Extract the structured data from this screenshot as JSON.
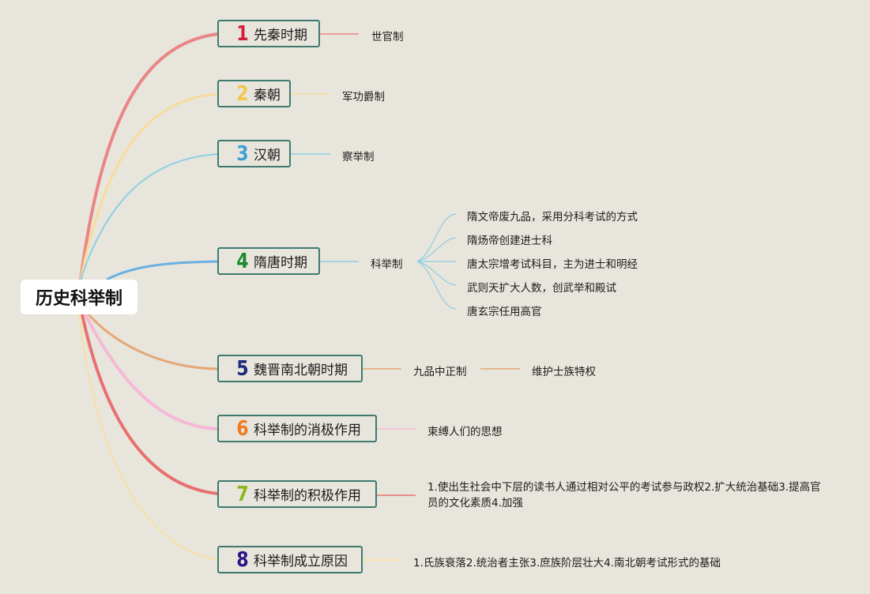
{
  "root": "历史科举制",
  "branches": [
    {
      "num": "1",
      "title": "先秦时期",
      "num_color": "#d21f3c",
      "line_color": "#ea8585",
      "leaves": [
        "世官制"
      ]
    },
    {
      "num": "2",
      "title": "秦朝",
      "num_color": "#f3c74c",
      "line_color": "#f7dc9a",
      "leaves": [
        "军功爵制"
      ]
    },
    {
      "num": "3",
      "title": "汉朝",
      "num_color": "#3aa0d8",
      "line_color": "#8dcfe2",
      "leaves": [
        "察举制"
      ]
    },
    {
      "num": "4",
      "title": "隋唐时期",
      "num_color": "#1a8a2a",
      "line_color": "#6ab0e0",
      "leaves": [
        "科举制"
      ],
      "sub_leaves": [
        "隋文帝废九品，采用分科考试的方式",
        "隋炀帝创建进士科",
        "唐太宗增考试科目，主为进士和明经",
        "武则天扩大人数，创武举和殿试",
        "唐玄宗任用高官"
      ]
    },
    {
      "num": "5",
      "title": "魏晋南北朝时期",
      "num_color": "#1e2a7a",
      "line_color": "#e5a777",
      "leaves": [
        "九品中正制",
        "维护士族特权"
      ]
    },
    {
      "num": "6",
      "title": "科举制的消极作用",
      "num_color": "#f07a1f",
      "line_color": "#f5b8d6",
      "leaves": [
        "束缚人们的思想"
      ]
    },
    {
      "num": "7",
      "title": "科举制的积极作用",
      "num_color": "#8ab81e",
      "line_color": "#e87070",
      "leaves": [
        "1.使出生社会中下层的读书人通过相对公平的考试参与政权2.扩大统治基础3.提高官员的文化素质4.加强"
      ]
    },
    {
      "num": "8",
      "title": "科举制成立原因",
      "num_color": "#2a1486",
      "line_color": "#f7e0a0",
      "leaves": [
        "1.氏族衰落2.统治者主张3.庶族阶层壮大4.南北朝考试形式的基础"
      ]
    }
  ]
}
